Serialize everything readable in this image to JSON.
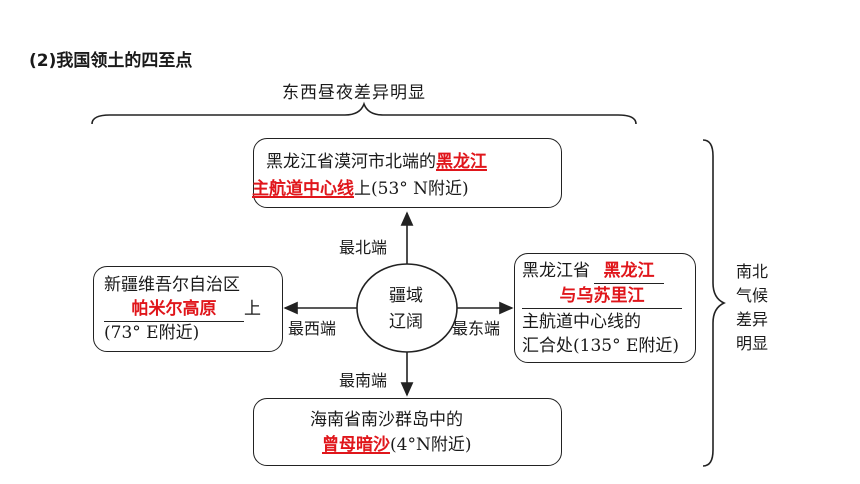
{
  "heading": "(2)我国领土的四至点",
  "top_brace_label": "东西昼夜差异明显",
  "side_brace_label": [
    "南北",
    "气候",
    "差异",
    "明显"
  ],
  "center": [
    "疆域",
    "辽阔"
  ],
  "directions": {
    "north": "最北端",
    "south": "最南端",
    "west": "最西端",
    "east": "最东端"
  },
  "north_box": {
    "line1_prefix": "黑龙江省漠河市北端的",
    "line1_answer": "黑龙江",
    "line2_answer": "主航道中心线",
    "line2_suffix": "上(53° N附近)"
  },
  "west_box": {
    "line1": "新疆维吾尔自治区",
    "answer": "帕米尔高原",
    "line2_suffix": "上",
    "line3": "(73° E附近)"
  },
  "east_box": {
    "line1_prefix": "黑龙江省",
    "line1_answer": "黑龙江",
    "line2_answer": "与乌苏里江",
    "line3": "主航道中心线的",
    "line4": "汇合处(135° E附近)"
  },
  "south_box": {
    "line1": "海南省南沙群岛中的",
    "answer": "曾母暗沙",
    "line2_suffix": "(4°N附近)"
  },
  "colors": {
    "answer": "#e0161b",
    "line": "#222222"
  }
}
